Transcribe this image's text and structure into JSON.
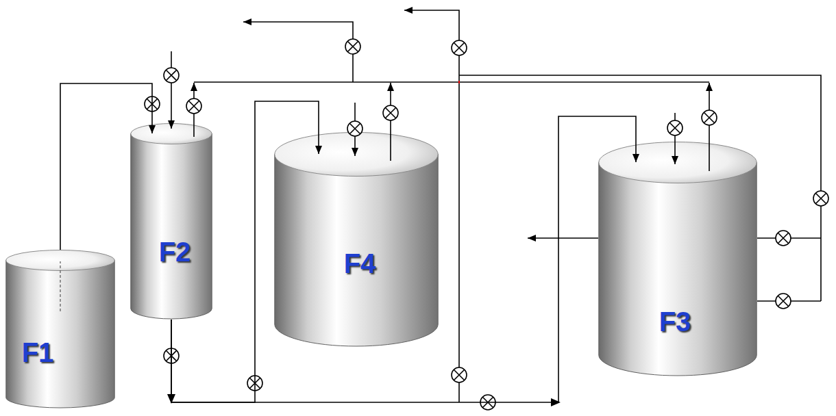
{
  "diagram": {
    "nodes": [
      {
        "text": [
          "F1"
        ]
      },
      {
        "text": [
          "F2"
        ]
      },
      {
        "text": [
          "F4"
        ]
      },
      {
        "text": [
          "F3"
        ]
      }
    ],
    "edges": [
      {
        "from": 0,
        "to": 1,
        "arrow": "to"
      },
      {
        "from": 1,
        "to": 2,
        "arrow": "to"
      },
      {
        "from": 1,
        "to": 3,
        "arrow": "to"
      }
    ]
  }
}
